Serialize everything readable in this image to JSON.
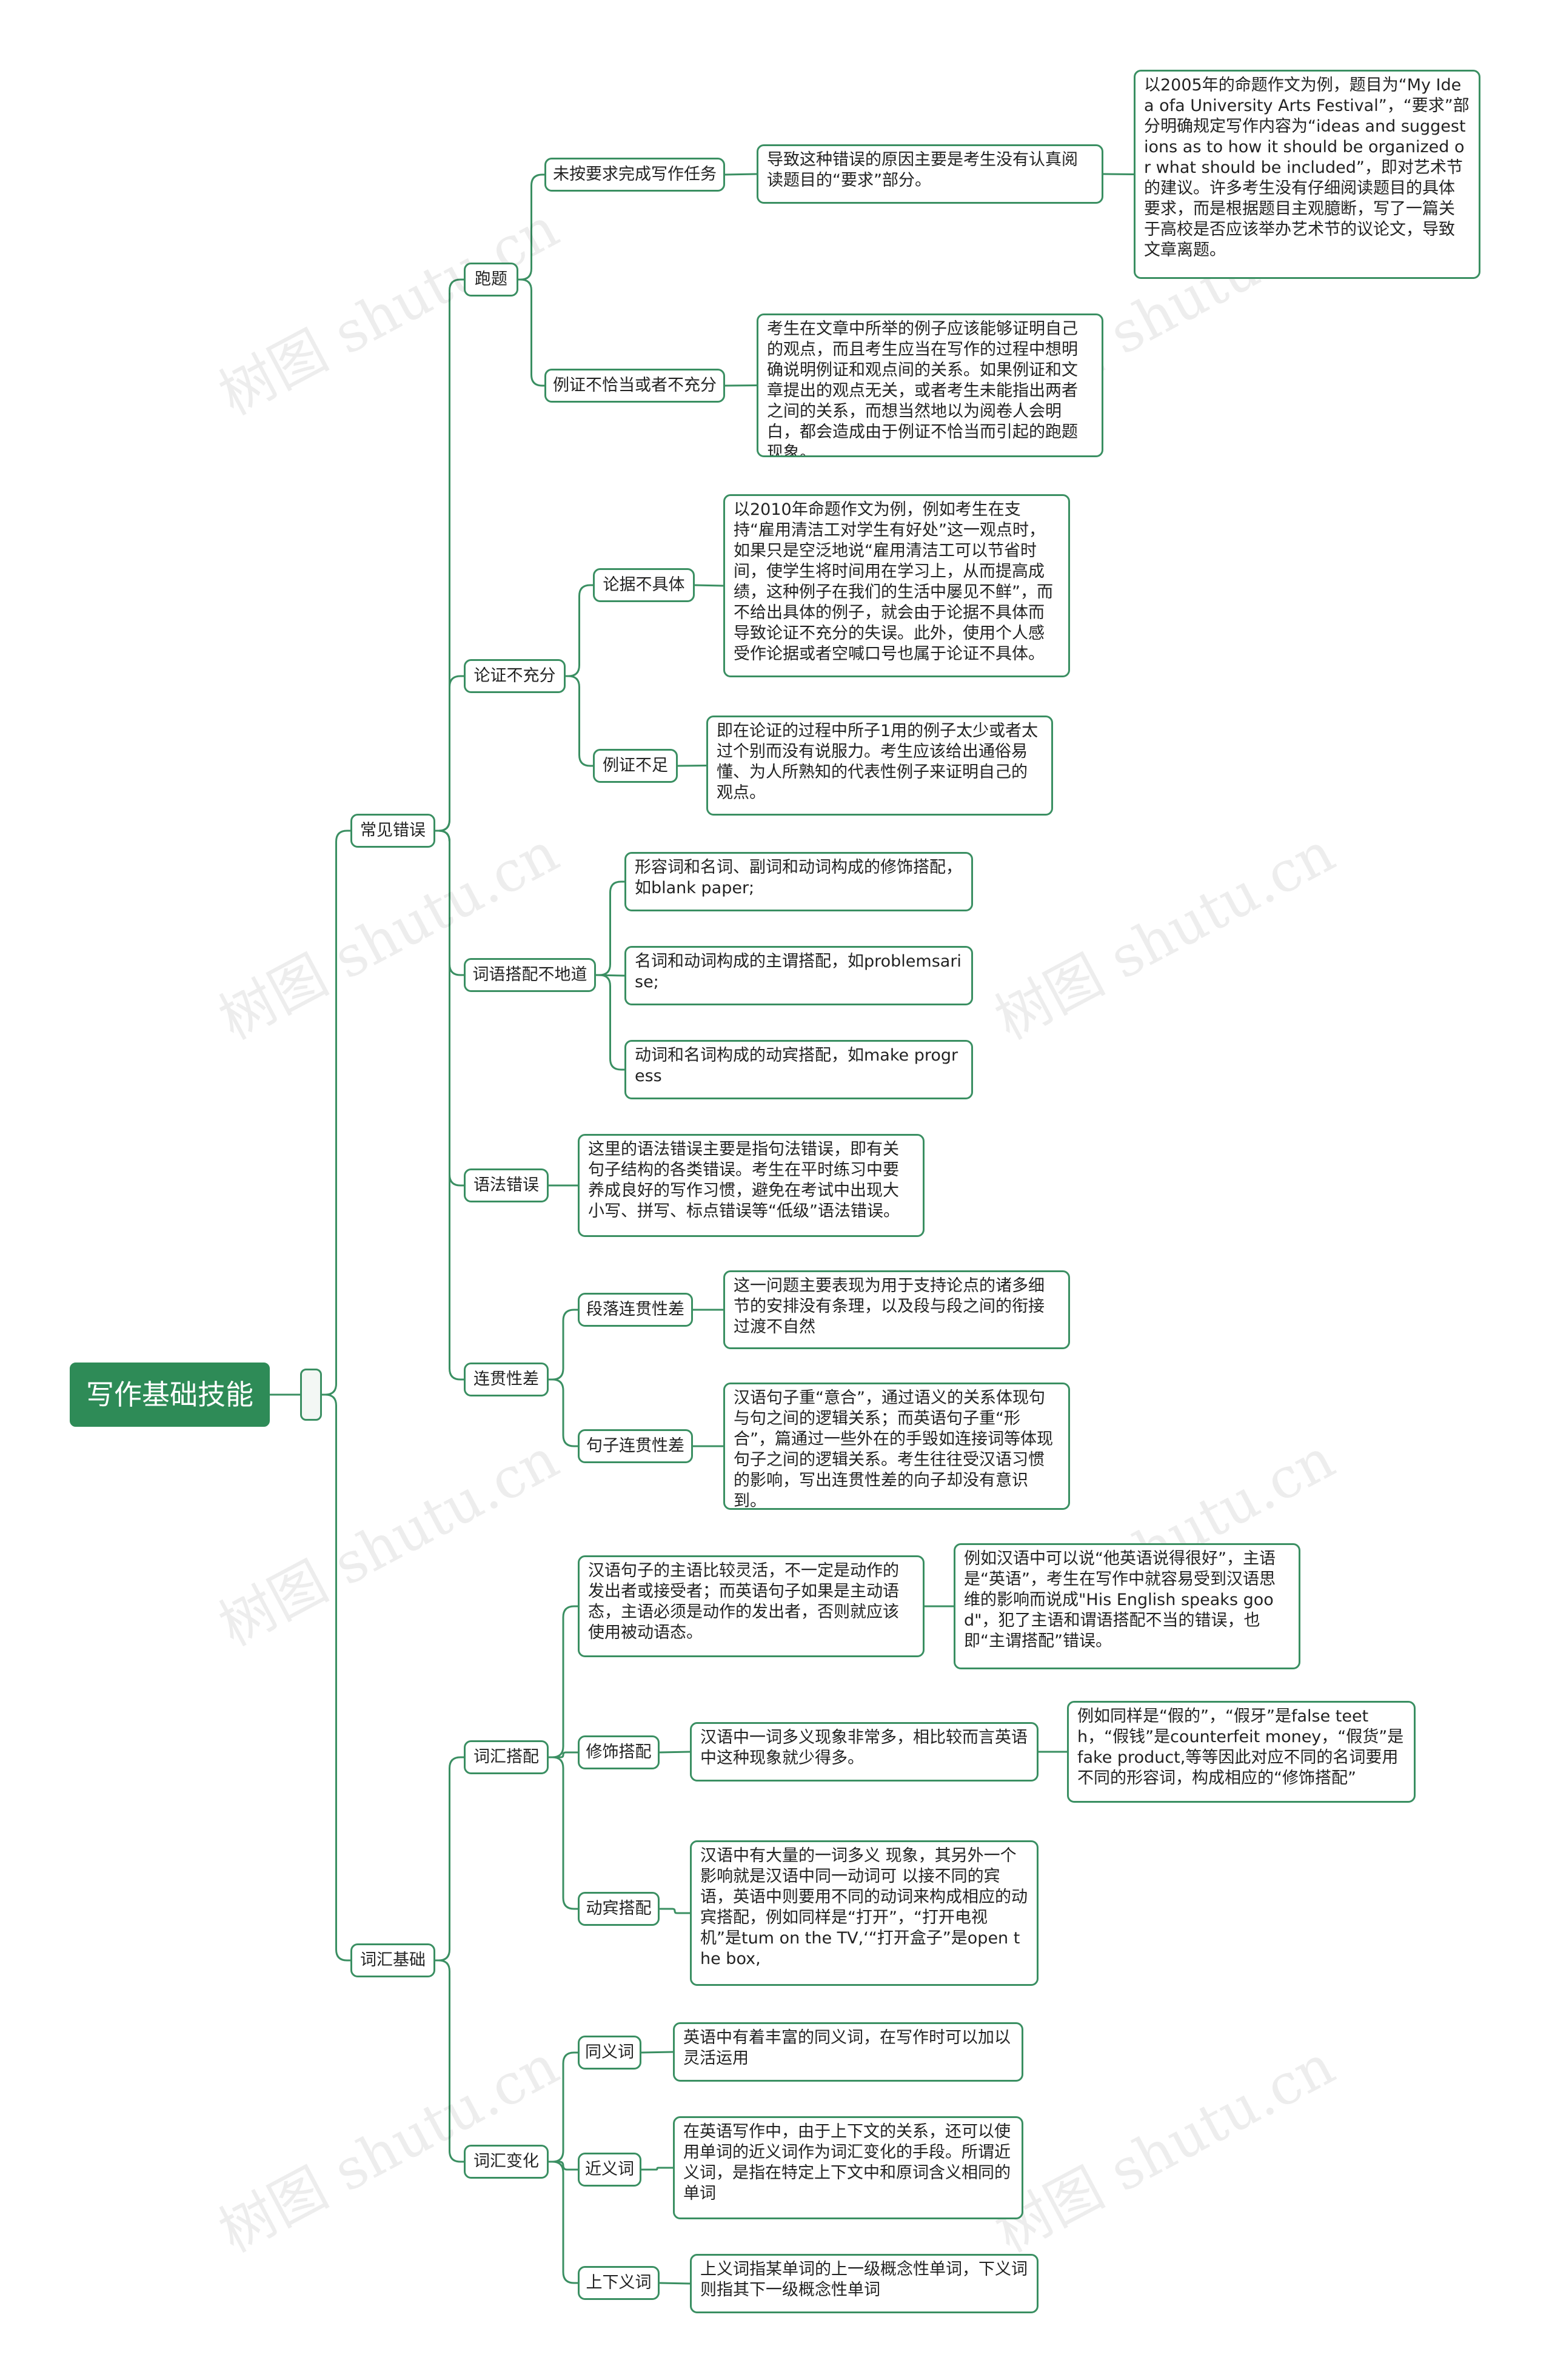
{
  "colors": {
    "edge": "#3a8f62",
    "root_bg": "#2e8b57",
    "root_text": "#ffffff",
    "node_border": "#3a8f62"
  },
  "watermark": "树图 shutu.cn",
  "nodes": {
    "root": "写作基础技能",
    "hub": "",
    "changjian": "常见错误",
    "paoti": "跑题",
    "weiyaoqiu": "未按要求完成写作任务",
    "weiyaoqiu_reason": "导致这种错误的原因主要是考生没有认真阅读题目的“要求”部分。",
    "weiyaoqiu_example": "以2005年的命题作文为例，题目为“My Idea ofa University Arts Festival”，“要求”部分明确规定写作内容为“ideas and suggestions as to how it should be organized or what should be included”，即对艺术节的建议。许多考生没有仔细阅读题目的具体要求，而是根据题目主观臆断，写了一篇关于高校是否应该举办艺术节的议论文，导致文章离题。",
    "lizheng": "例证不恰当或者不充分",
    "lizheng_desc": "考生在文章中所举的例子应该能够证明自己的观点，而且考生应当在写作的过程中想明确说明例证和观点间的关系。如果例证和文章提出的观点无关，或者考生未能指出两者之间的关系，而想当然地以为阅卷人会明白，都会造成由于例证不恰当而引起的跑题现象。",
    "lunzheng": "论证不充分",
    "bujuti": "论据不具体",
    "bujuti_desc": "以2010年命题作文为例，例如考生在支持“雇用清洁工对学生有好处”这一观点时，如果只是空泛地说“雇用清洁工可以节省时间，使学生将时间用在学习上，从而提高成绩，这种例子在我们的生活中屡见不鲜”，而不给出具体的例子，就会由于论据不具体而导致论证不充分的失误。此外，使用个人感受作论据或者空喊口号也属于论证不具体。",
    "buzu": "例证不足",
    "buzu_desc": "即在论证的过程中所子1用的例子太少或者太过个别而没有说服力。考生应该给出通俗易懂、为人所熟知的代表性例子来证明自己的观点。",
    "dapei": "词语搭配不地道",
    "dapei_1": "形容词和名词、副词和动词构成的修饰搭配，如blank paper;",
    "dapei_2": "名词和动词构成的主谓搭配，如problemsarise;",
    "dapei_3": "动词和名词构成的动宾搭配，如make progress",
    "yufa": "语法错误",
    "yufa_desc": "这里的语法错误主要是指句法错误，即有关句子结构的各类错误。考生在平时练习中要养成良好的写作习惯，避免在考试中出现大小写、拼写、标点错误等“低级”语法错误。",
    "lianguan": "连贯性差",
    "duanluo": "段落连贯性差",
    "duanluo_desc": "这一问题主要表现为用于支持论点的诸多细节的安排没有条理，以及段与段之间的衔接过渡不自然",
    "juzi": "句子连贯性差",
    "juzi_desc": "汉语句子重“意合”，通过语义的关系体现句与句之间的逻辑关系；而英语句子重“形合”，篇通过一些外在的手毁如连接词等体现句子之间的逻辑关系。考生往往受汉语习惯的影响，写出连贯性差的向子却没有意识到。",
    "cihui": "词汇基础",
    "cihuidapei": "词汇搭配",
    "zhuwei_desc": "汉语句子的主语比较灵活，不一定是动作的发出者或接受者；而英语句子如果是主动语态，主语必须是动作的发出者，否则就应该使用被动语态。",
    "zhuwei_example": "例如汉语中可以说“他英语说得很好”，主语是“英语”，考生在写作中就容易受到汉语思维的影响而说成\"His English speaks good\"，犯了主语和谓语搭配不当的错误，也即“主谓搭配”错误。",
    "xiushi": "修饰搭配",
    "xiushi_desc": "汉语中一词多义现象非常多，相比较而言英语中这种现象就少得多。",
    "xiushi_example": "例如同样是“假的”，“假牙”是false teeth，“假钱”是counterfeit money，“假货”是fake product,等等因此对应不同的名词要用不同的形容词，构成相应的“修饰搭配”",
    "dongbin": "动宾搭配",
    "dongbin_desc": "汉语中有大量的一词多义 现象，其另外一个影响就是汉语中同一动词可 以接不同的宾语，英语中则要用不同的动词来构成相应的动宾搭配，例如同样是“打开”，“打开电视机”是tum on the TV,‘“打开盒子”是open the box,",
    "cihuibianhua": "词汇变化",
    "tongyi": "同义词",
    "tongyi_desc": "英语中有着丰富的同义词，在写作时可以加以灵活运用",
    "jinyi": "近义词",
    "jinyi_desc": "在英语写作中，由于上下文的关系，还可以使用单词的近义词作为词汇变化的手段。所谓近义词，是指在特定上下文中和原词含义相同的单词",
    "shangxia": "上下义词",
    "shangxia_desc": "上义词指某单词的上一级概念性单词，下义词则指其下一级概念性单词"
  }
}
